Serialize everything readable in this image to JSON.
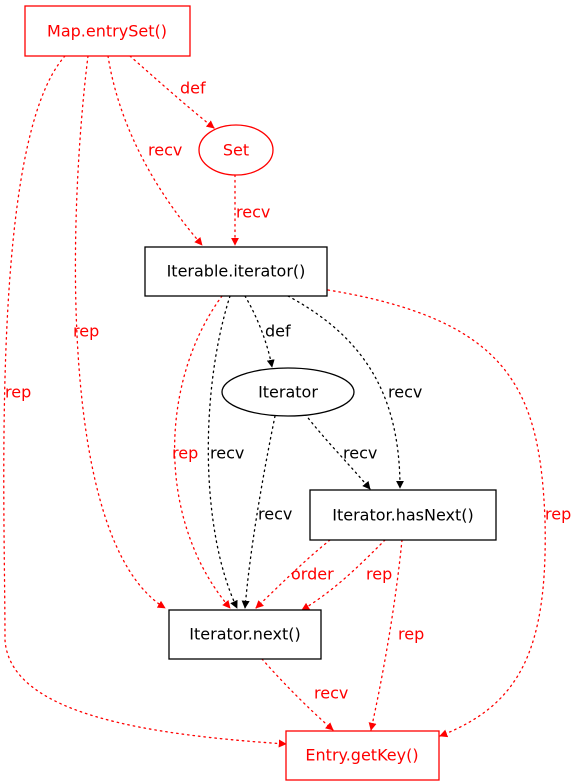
{
  "colors": {
    "red": "#ff0000",
    "black": "#000000"
  },
  "nodes": {
    "map_entryset": "Map.entrySet()",
    "set": "Set",
    "iterable_iterator": "Iterable.iterator()",
    "iterator": "Iterator",
    "iterator_hasnext": "Iterator.hasNext()",
    "iterator_next": "Iterator.next()",
    "entry_getkey": "Entry.getKey()"
  },
  "edges": {
    "map_to_set": "def",
    "map_to_iterable": "recv",
    "map_to_next": "rep",
    "map_to_getkey": "rep",
    "set_to_iterable": "recv",
    "iterable_to_iterator": "def",
    "iterable_to_hasnext": "recv",
    "iterable_to_next_rep": "rep",
    "iterable_to_next_recv": "recv",
    "iterable_to_getkey": "rep",
    "iterator_to_hasnext": "recv",
    "iterator_to_next": "recv",
    "hasnext_to_next_order": "order",
    "hasnext_to_next_rep": "rep",
    "hasnext_to_getkey": "rep",
    "next_to_getkey": "recv"
  }
}
